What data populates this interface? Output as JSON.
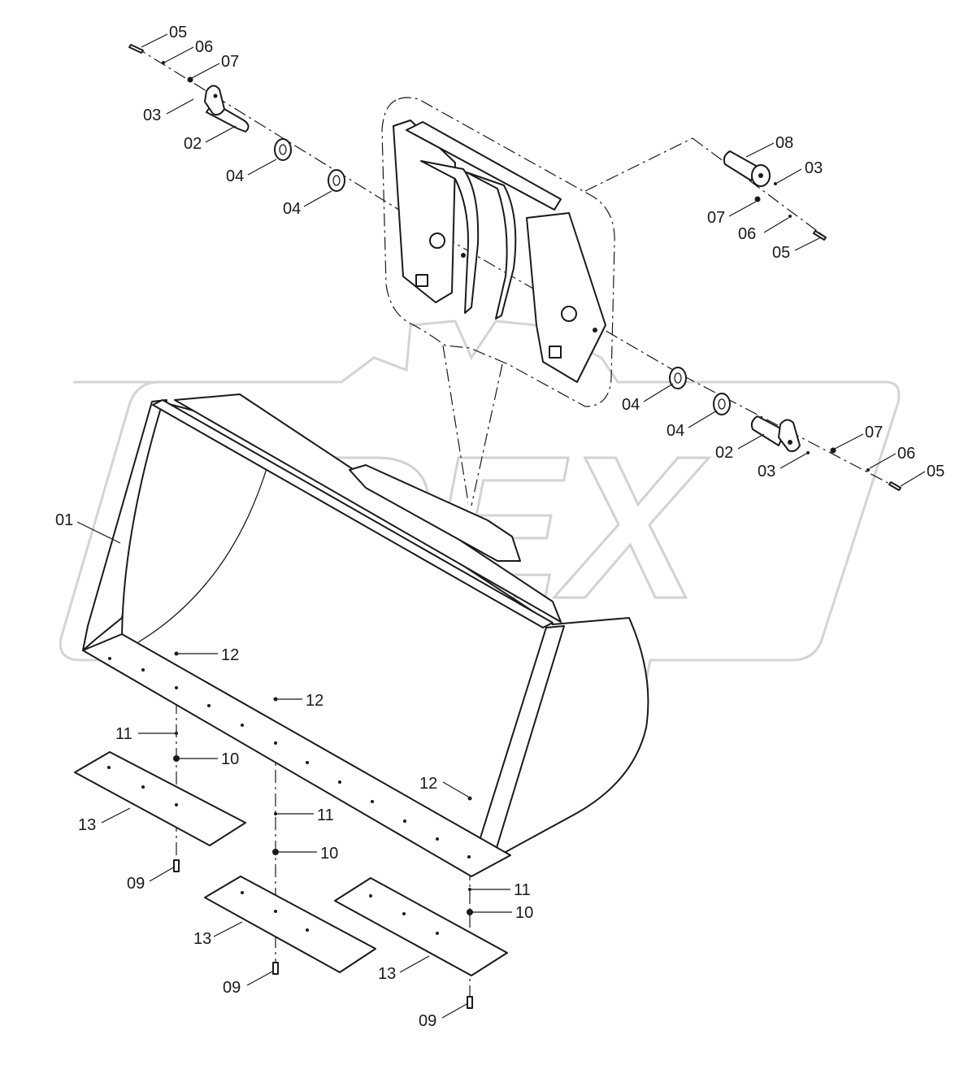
{
  "watermark": {
    "text": "OPEX"
  },
  "callouts": {
    "c1": "05",
    "c2": "06",
    "c3": "07",
    "c4": "03",
    "c5": "02",
    "c6": "04",
    "c7": "04",
    "c8": "08",
    "c9": "03",
    "c10": "07",
    "c11": "06",
    "c12": "05",
    "c13": "04",
    "c14": "04",
    "c15": "02",
    "c16": "03",
    "c17": "07",
    "c18": "06",
    "c19": "05",
    "c20": "01",
    "c21": "12",
    "c22": "11",
    "c23": "10",
    "c24": "13",
    "c25": "09",
    "c26": "12",
    "c27": "11",
    "c28": "10",
    "c29": "13",
    "c30": "09",
    "c31": "12",
    "c32": "11",
    "c33": "10",
    "c34": "13",
    "c35": "09"
  }
}
